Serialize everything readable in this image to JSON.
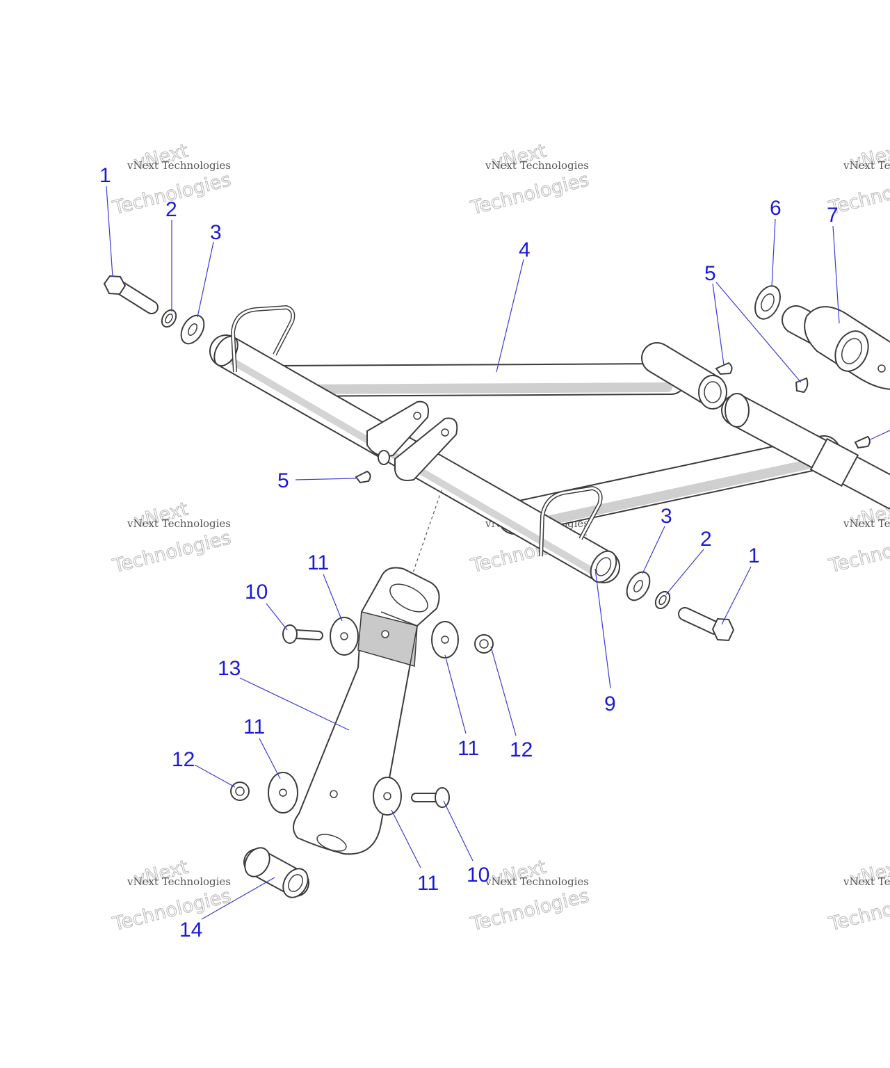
{
  "callouts": [
    {
      "id": "c1a",
      "label": "1"
    },
    {
      "id": "c2a",
      "label": "2"
    },
    {
      "id": "c3a",
      "label": "3"
    },
    {
      "id": "c4",
      "label": "4"
    },
    {
      "id": "c5a",
      "label": "5"
    },
    {
      "id": "c5b",
      "label": "5"
    },
    {
      "id": "c6",
      "label": "6"
    },
    {
      "id": "c7",
      "label": "7"
    },
    {
      "id": "c3b",
      "label": "3"
    },
    {
      "id": "c2b",
      "label": "2"
    },
    {
      "id": "c1b",
      "label": "1"
    },
    {
      "id": "c9",
      "label": "9"
    },
    {
      "id": "c11a",
      "label": "11"
    },
    {
      "id": "c10a",
      "label": "10"
    },
    {
      "id": "c13",
      "label": "13"
    },
    {
      "id": "c11b",
      "label": "11"
    },
    {
      "id": "c12a",
      "label": "12"
    },
    {
      "id": "c11c",
      "label": "11"
    },
    {
      "id": "c12b",
      "label": "12"
    },
    {
      "id": "c11d",
      "label": "11"
    },
    {
      "id": "c10b",
      "label": "10"
    },
    {
      "id": "c14",
      "label": "14"
    }
  ],
  "watermark": {
    "line1": "vNext",
    "line2": "vNext Technologies",
    "line3": "Technologies"
  },
  "colors": {
    "callout": "#1a1ad6",
    "outline": "#3c3c3c",
    "shade": "#c9c9c9"
  }
}
